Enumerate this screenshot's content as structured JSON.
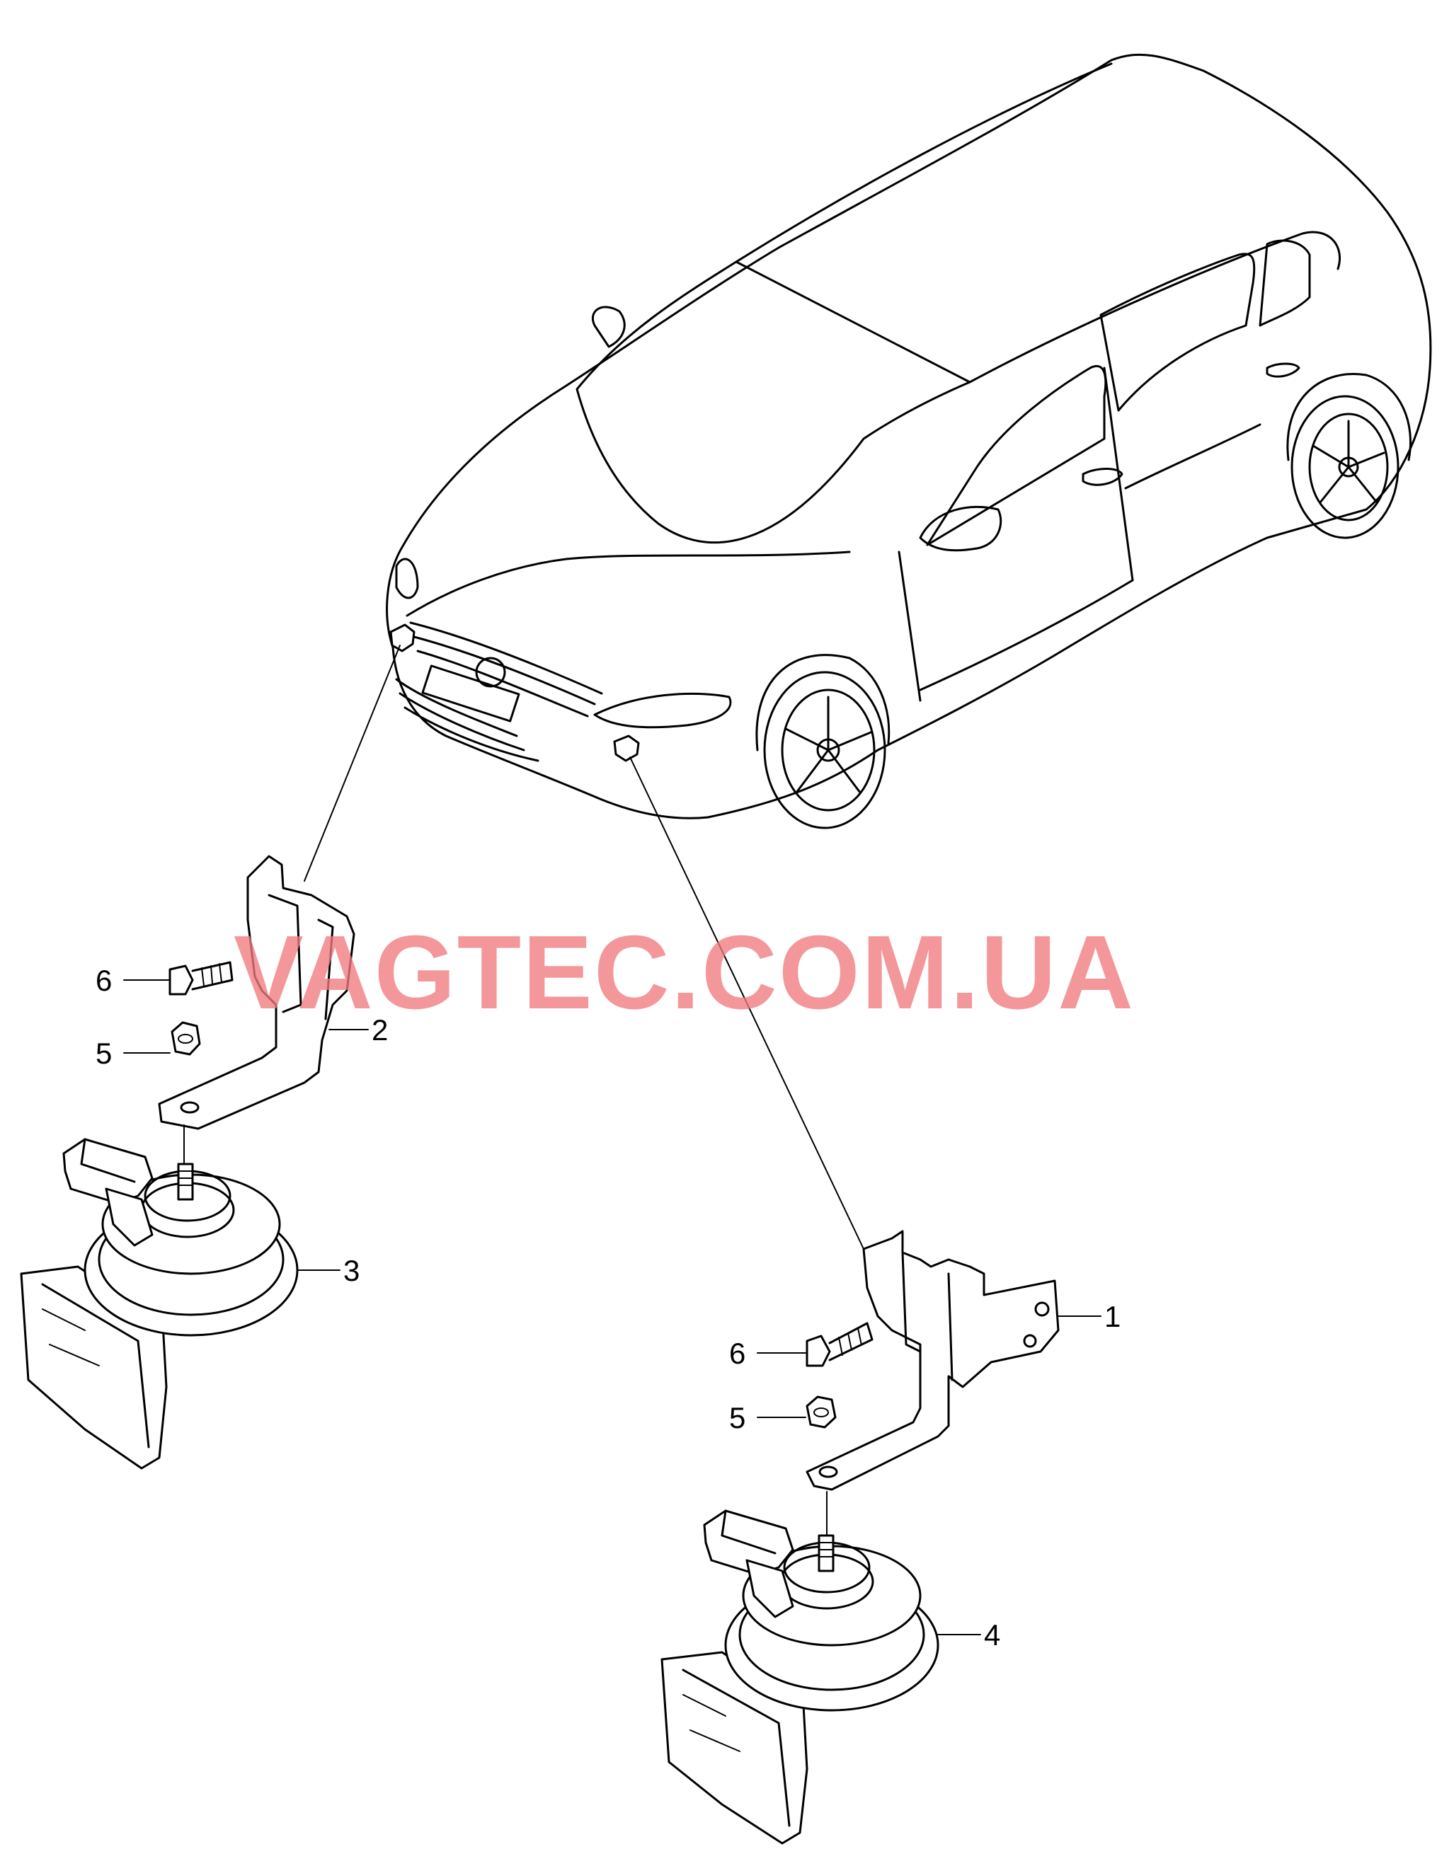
{
  "watermark": "VAGTEC.COM.UA",
  "watermark_color": "#f07a80",
  "callouts": {
    "c1": "1",
    "c2": "2",
    "c3": "3",
    "c4": "4",
    "c5_left": "5",
    "c6_left": "6",
    "c5_right": "5",
    "c6_right": "6"
  }
}
